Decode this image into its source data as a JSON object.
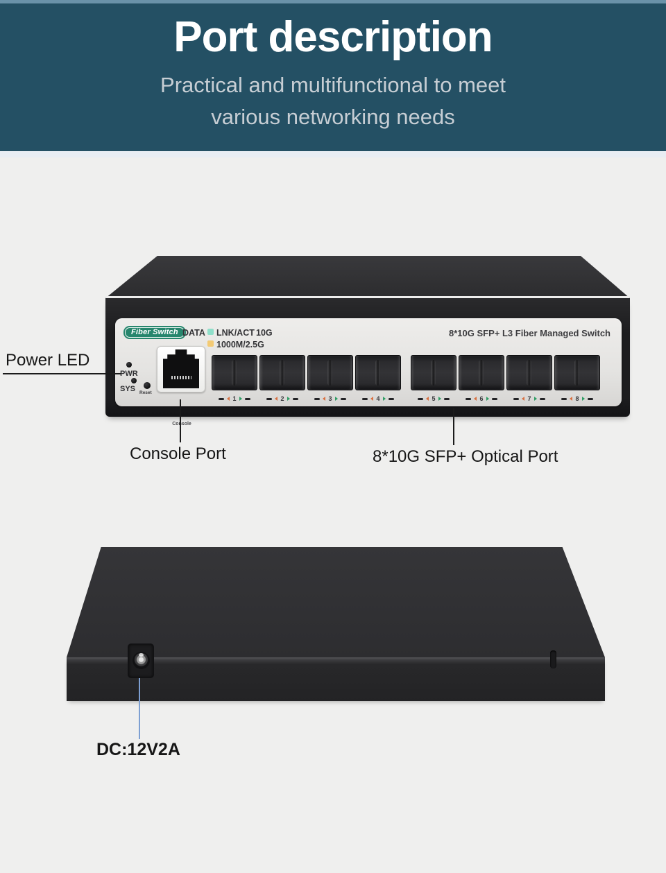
{
  "header": {
    "title": "Port description",
    "subtitle_line1": "Practical and multifunctional to meet",
    "subtitle_line2": "various networking needs",
    "bg_color": "#245064",
    "top_strip_color": "#6a92a9"
  },
  "front_view": {
    "badge_label": "Fiber Switch",
    "legend": {
      "data_label": "DATA",
      "lnk_act_label": "LNK/ACT",
      "speed_label": "10G",
      "speed2_label": "1000M/2.5G"
    },
    "model_text": "8*10G SFP+ L3 Fiber Managed Switch",
    "pwr_label": "PWR",
    "sys_label": "SYS",
    "reset_label": "Reset",
    "console_label": "Console",
    "ports": [
      "1",
      "2",
      "3",
      "4",
      "5",
      "6",
      "7",
      "8"
    ]
  },
  "annotations": {
    "power_led_label": "Power LED",
    "console_port_label": "Console Port",
    "optical_port_label": "8*10G SFP+ Optical Port",
    "dc_power_label": "DC:12V2A"
  },
  "colors": {
    "badge_teal": "#27866d",
    "led_link_act": "#8fdfca",
    "led_1000m": "#f3ca74",
    "indicator_left_arrow": "#d97040",
    "indicator_right_arrow": "#2f9d64",
    "dc_callout_line": "#7d9fd2"
  }
}
